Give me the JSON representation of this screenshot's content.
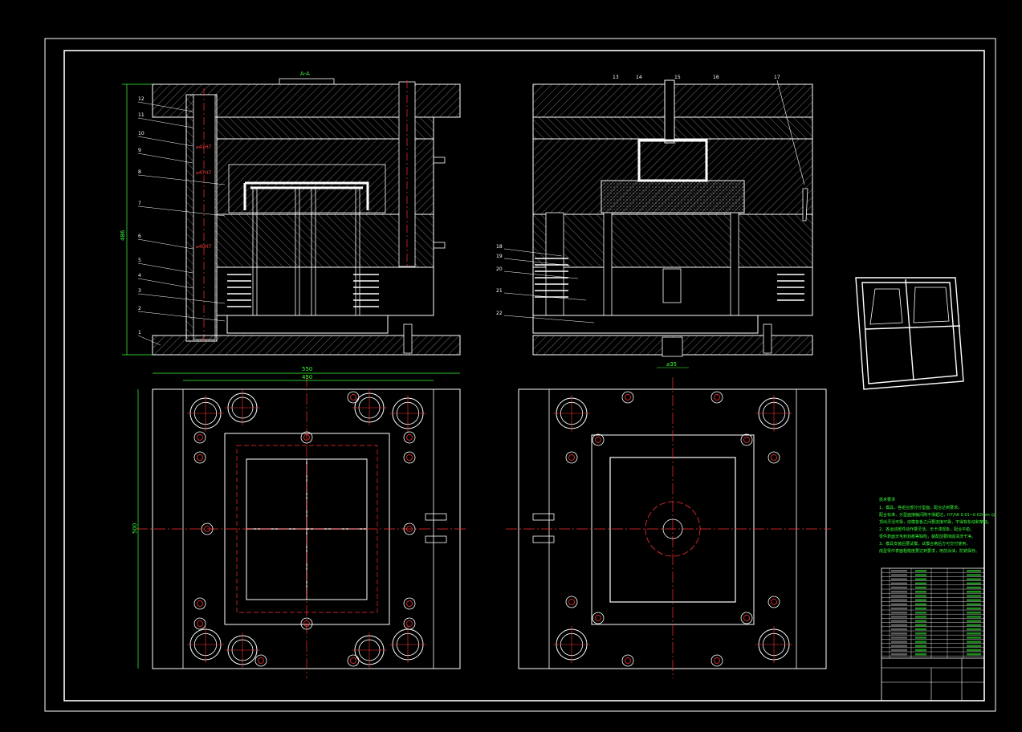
{
  "drawing": {
    "section_a_top_mark": "A-A",
    "dim_height": "486",
    "dim_width_outer": "550",
    "dim_width_inner": "450",
    "dim_plan_height": "500",
    "dim_sprue": "⌀35",
    "left_labels": [
      "12",
      "11",
      "10",
      "9",
      "8",
      "7",
      "6",
      "5",
      "4",
      "3",
      "2",
      "1"
    ],
    "right_top_labels": [
      "13",
      "14",
      "15",
      "16",
      "17"
    ],
    "right_side_labels": [
      "18",
      "19",
      "20",
      "21",
      "22"
    ],
    "fit_marks": [
      "⌀47H7",
      "⌀47H7",
      "⌀40H7"
    ],
    "tech_notes_title": "技术要求",
    "tech_notes": [
      "1、模具，各组合部分分型面，配合达到要求。",
      "配合标准，分型面接触间隙不得超过，H7/h6 0.01~0.02mm 以",
      "顶出灵活可靠，动模各板之间要连接可靠，不得有松动和窜动。",
      "2、各运动部件动作要灵活，无卡滞现象，配合平稳。",
      "零件表面无毛刺划痕等缺陷，装配前要彻底清洗干净。",
      "3、模具安装后要试模，试模合格后方可交付使用，",
      "成型零件表面粗糙度要达到要求，用前涂油，防锈保存。"
    ]
  },
  "colors": {
    "line": "#ffffff",
    "center": "#ff3030",
    "dimension": "#39ff39",
    "accent": "#ffd700",
    "background": "#000000"
  }
}
